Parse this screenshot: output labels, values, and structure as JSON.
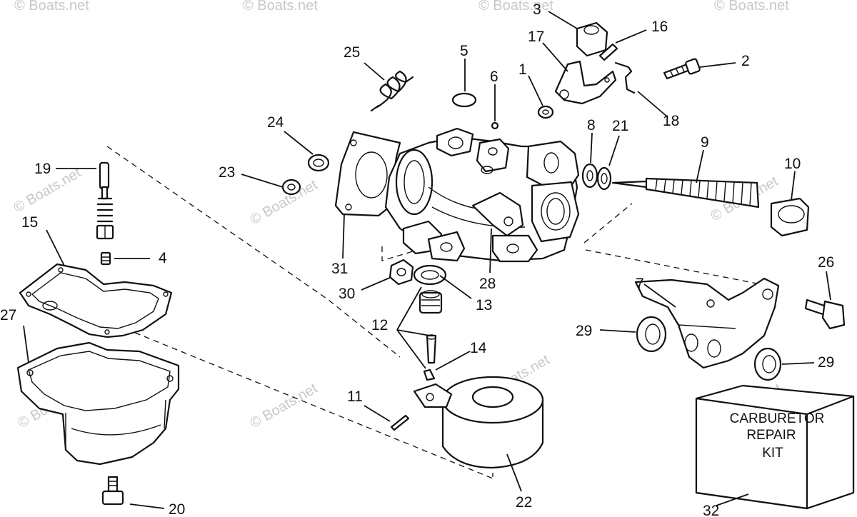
{
  "watermark": "© Boats.net",
  "callouts": [
    "1",
    "2",
    "3",
    "4",
    "5",
    "6",
    "7",
    "8",
    "9",
    "10",
    "11",
    "12",
    "13",
    "14",
    "15",
    "16",
    "17",
    "18",
    "19",
    "20",
    "21",
    "22",
    "23",
    "24",
    "25",
    "26",
    "27",
    "28",
    "29",
    "29",
    "30",
    "31",
    "32"
  ],
  "kit_label": {
    "line1": "CARBURETOR",
    "line2": "REPAIR",
    "line3": "KIT"
  }
}
